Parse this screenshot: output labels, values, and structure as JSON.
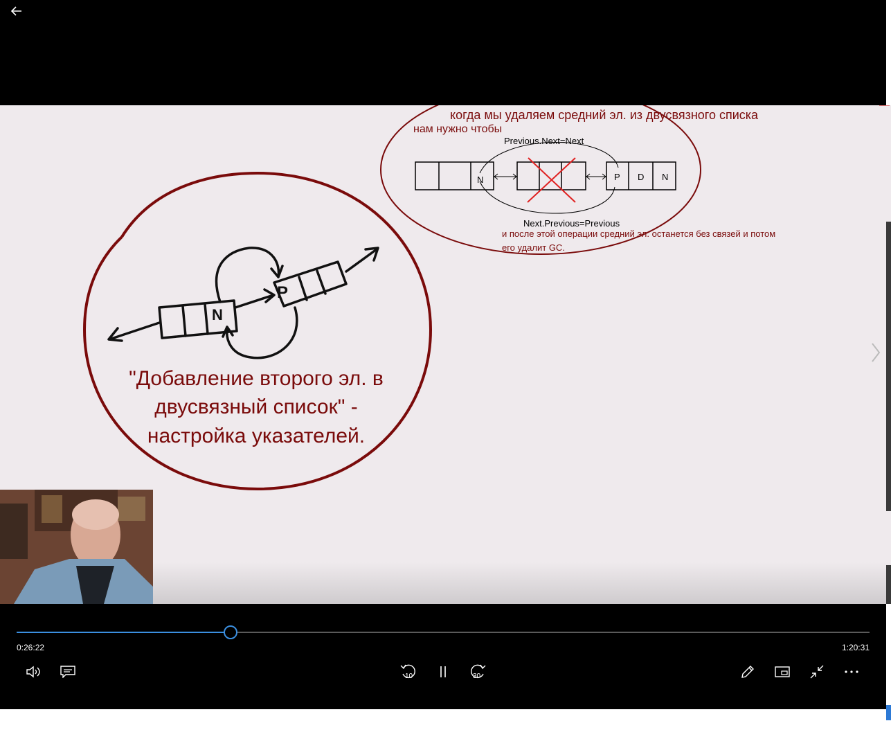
{
  "slide": {
    "top_note_1": "когда мы удаляем средний эл. из двусвязного списка",
    "top_note_2": "нам нужно чтобы",
    "prev_next_label": "Previous.Next=Next",
    "next_prev_label": "Next.Previous=Previous",
    "node_n_label": "N",
    "node_p_label": "P",
    "node_d_label": "D",
    "node_n2_label": "N",
    "bottom_note_1": "и после этой операции средний эл. останется без связей и потом",
    "bottom_note_2": "его удалит GC.",
    "sketch_n": "N",
    "sketch_p": "P",
    "caption_line1": "\"Добавление второго эл. в",
    "caption_line2": "двусвязный список\" -",
    "caption_line3": "настройка указателей."
  },
  "player": {
    "current_time": "0:26:22",
    "total_time": "1:20:31",
    "progress_fraction": 0.25,
    "skip_back_label": "10",
    "skip_forward_label": "30"
  },
  "colors": {
    "accent": "#3b8fe0",
    "ink_red": "#7a0b0b",
    "slide_bg": "#efeaed"
  },
  "icons": [
    "back-arrow-icon",
    "chevron-right-icon",
    "volume-icon",
    "subtitles-icon",
    "skip-back-10-icon",
    "pause-icon",
    "skip-forward-30-icon",
    "pen-icon",
    "mini-view-icon",
    "exit-fullscreen-icon",
    "more-icon"
  ]
}
